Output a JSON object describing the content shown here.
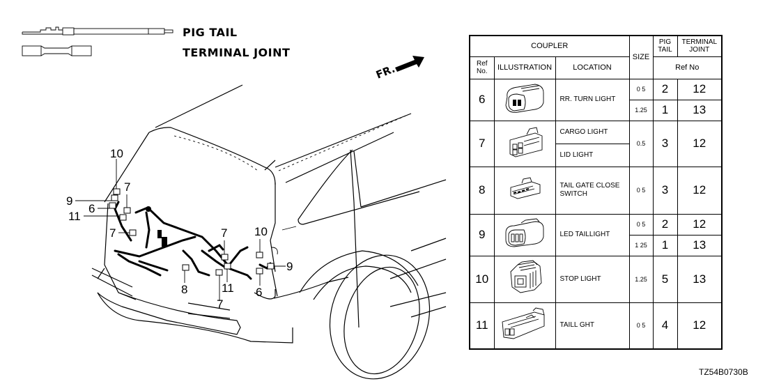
{
  "legend": {
    "pig_tail_label": "PIG TAIL",
    "terminal_joint_label": "TERMINAL JOINT"
  },
  "direction_indicator": {
    "label": "FR."
  },
  "callouts": [
    {
      "id": "c10a",
      "text": "10"
    },
    {
      "id": "c9a",
      "text": "9"
    },
    {
      "id": "c6a",
      "text": "6"
    },
    {
      "id": "c11a",
      "text": "11"
    },
    {
      "id": "c7a",
      "text": "7"
    },
    {
      "id": "c7b",
      "text": "7"
    },
    {
      "id": "c7c",
      "text": "7"
    },
    {
      "id": "c8",
      "text": "8"
    },
    {
      "id": "c11b",
      "text": "11"
    },
    {
      "id": "c7d",
      "text": "7"
    },
    {
      "id": "c10b",
      "text": "10"
    },
    {
      "id": "c9b",
      "text": "9"
    },
    {
      "id": "c6b",
      "text": "6"
    }
  ],
  "table": {
    "headers": {
      "coupler": "COUPLER",
      "size": "SIZE",
      "pig_tail": "PIG TAIL",
      "terminal_joint": "TERMINAL JOINT",
      "ref_no": "Ref No.",
      "illustration": "ILLUSTRATION",
      "location": "LOCATION",
      "ref_no_sub": "Ref No"
    },
    "rows": [
      {
        "ref": "6",
        "illustration": "connector-3pin-rounded",
        "locations": [
          "RR. TURN LIGHT"
        ],
        "entries": [
          {
            "size": "0 5",
            "pig_tail": "2",
            "terminal_joint": "12"
          },
          {
            "size": "1.25",
            "pig_tail": "1",
            "terminal_joint": "13"
          }
        ]
      },
      {
        "ref": "7",
        "illustration": "connector-multi-pin-block",
        "locations": [
          "CARGO LIGHT",
          "LID LIGHT"
        ],
        "entries": [
          {
            "size": "0.5",
            "pig_tail": "3",
            "terminal_joint": "12"
          }
        ]
      },
      {
        "ref": "8",
        "illustration": "connector-small-flat",
        "locations": [
          "TAIL GATE CLOSE SWITCH"
        ],
        "entries": [
          {
            "size": "0 5",
            "pig_tail": "3",
            "terminal_joint": "12"
          }
        ]
      },
      {
        "ref": "9",
        "illustration": "connector-3pin-oval",
        "locations": [
          "LED TAILLIGHT"
        ],
        "entries": [
          {
            "size": "0 5",
            "pig_tail": "2",
            "terminal_joint": "12"
          },
          {
            "size": "1 25",
            "pig_tail": "1",
            "terminal_joint": "13"
          }
        ]
      },
      {
        "ref": "10",
        "illustration": "connector-square-latch",
        "locations": [
          "STOP LIGHT"
        ],
        "entries": [
          {
            "size": "1.25",
            "pig_tail": "5",
            "terminal_joint": "13"
          }
        ]
      },
      {
        "ref": "11",
        "illustration": "connector-2pin-long",
        "locations": [
          "TAILL GHT"
        ],
        "entries": [
          {
            "size": "0 5",
            "pig_tail": "4",
            "terminal_joint": "12"
          }
        ]
      }
    ]
  },
  "part_code": "TZ54B0730B"
}
